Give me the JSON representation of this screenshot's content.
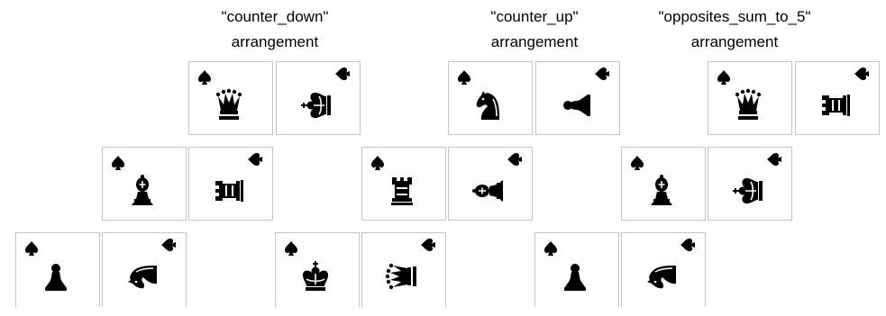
{
  "arrangements": [
    {
      "title_line1": "\"counter_down\"",
      "title_line2": "arrangement",
      "cells": [
        {
          "piece": "queen",
          "rotation": 0
        },
        {
          "piece": "king",
          "rotation": 270
        },
        {
          "piece": "bishop",
          "rotation": 0
        },
        {
          "piece": "rook",
          "rotation": 270
        },
        {
          "piece": "pawn",
          "rotation": 0
        },
        {
          "piece": "knight",
          "rotation": 270
        }
      ]
    },
    {
      "title_line1": "\"counter_up\"",
      "title_line2": "arrangement",
      "cells": [
        {
          "piece": "knight",
          "rotation": 0
        },
        {
          "piece": "pawn",
          "rotation": 270
        },
        {
          "piece": "rook",
          "rotation": 0
        },
        {
          "piece": "bishop",
          "rotation": 270
        },
        {
          "piece": "king",
          "rotation": 0
        },
        {
          "piece": "queen",
          "rotation": 270
        }
      ]
    },
    {
      "title_line1": "\"opposites_sum_to_5\"",
      "title_line2": "arrangement",
      "cells": [
        {
          "piece": "queen",
          "rotation": 0
        },
        {
          "piece": "rook",
          "rotation": 270
        },
        {
          "piece": "bishop",
          "rotation": 0
        },
        {
          "piece": "king",
          "rotation": 270
        },
        {
          "piece": "pawn",
          "rotation": 0
        },
        {
          "piece": "knight",
          "rotation": 270
        }
      ]
    }
  ],
  "colors": {
    "grid_line": "#c4c4c4",
    "ink": "#000000"
  },
  "suit_icon": "spade-icon"
}
